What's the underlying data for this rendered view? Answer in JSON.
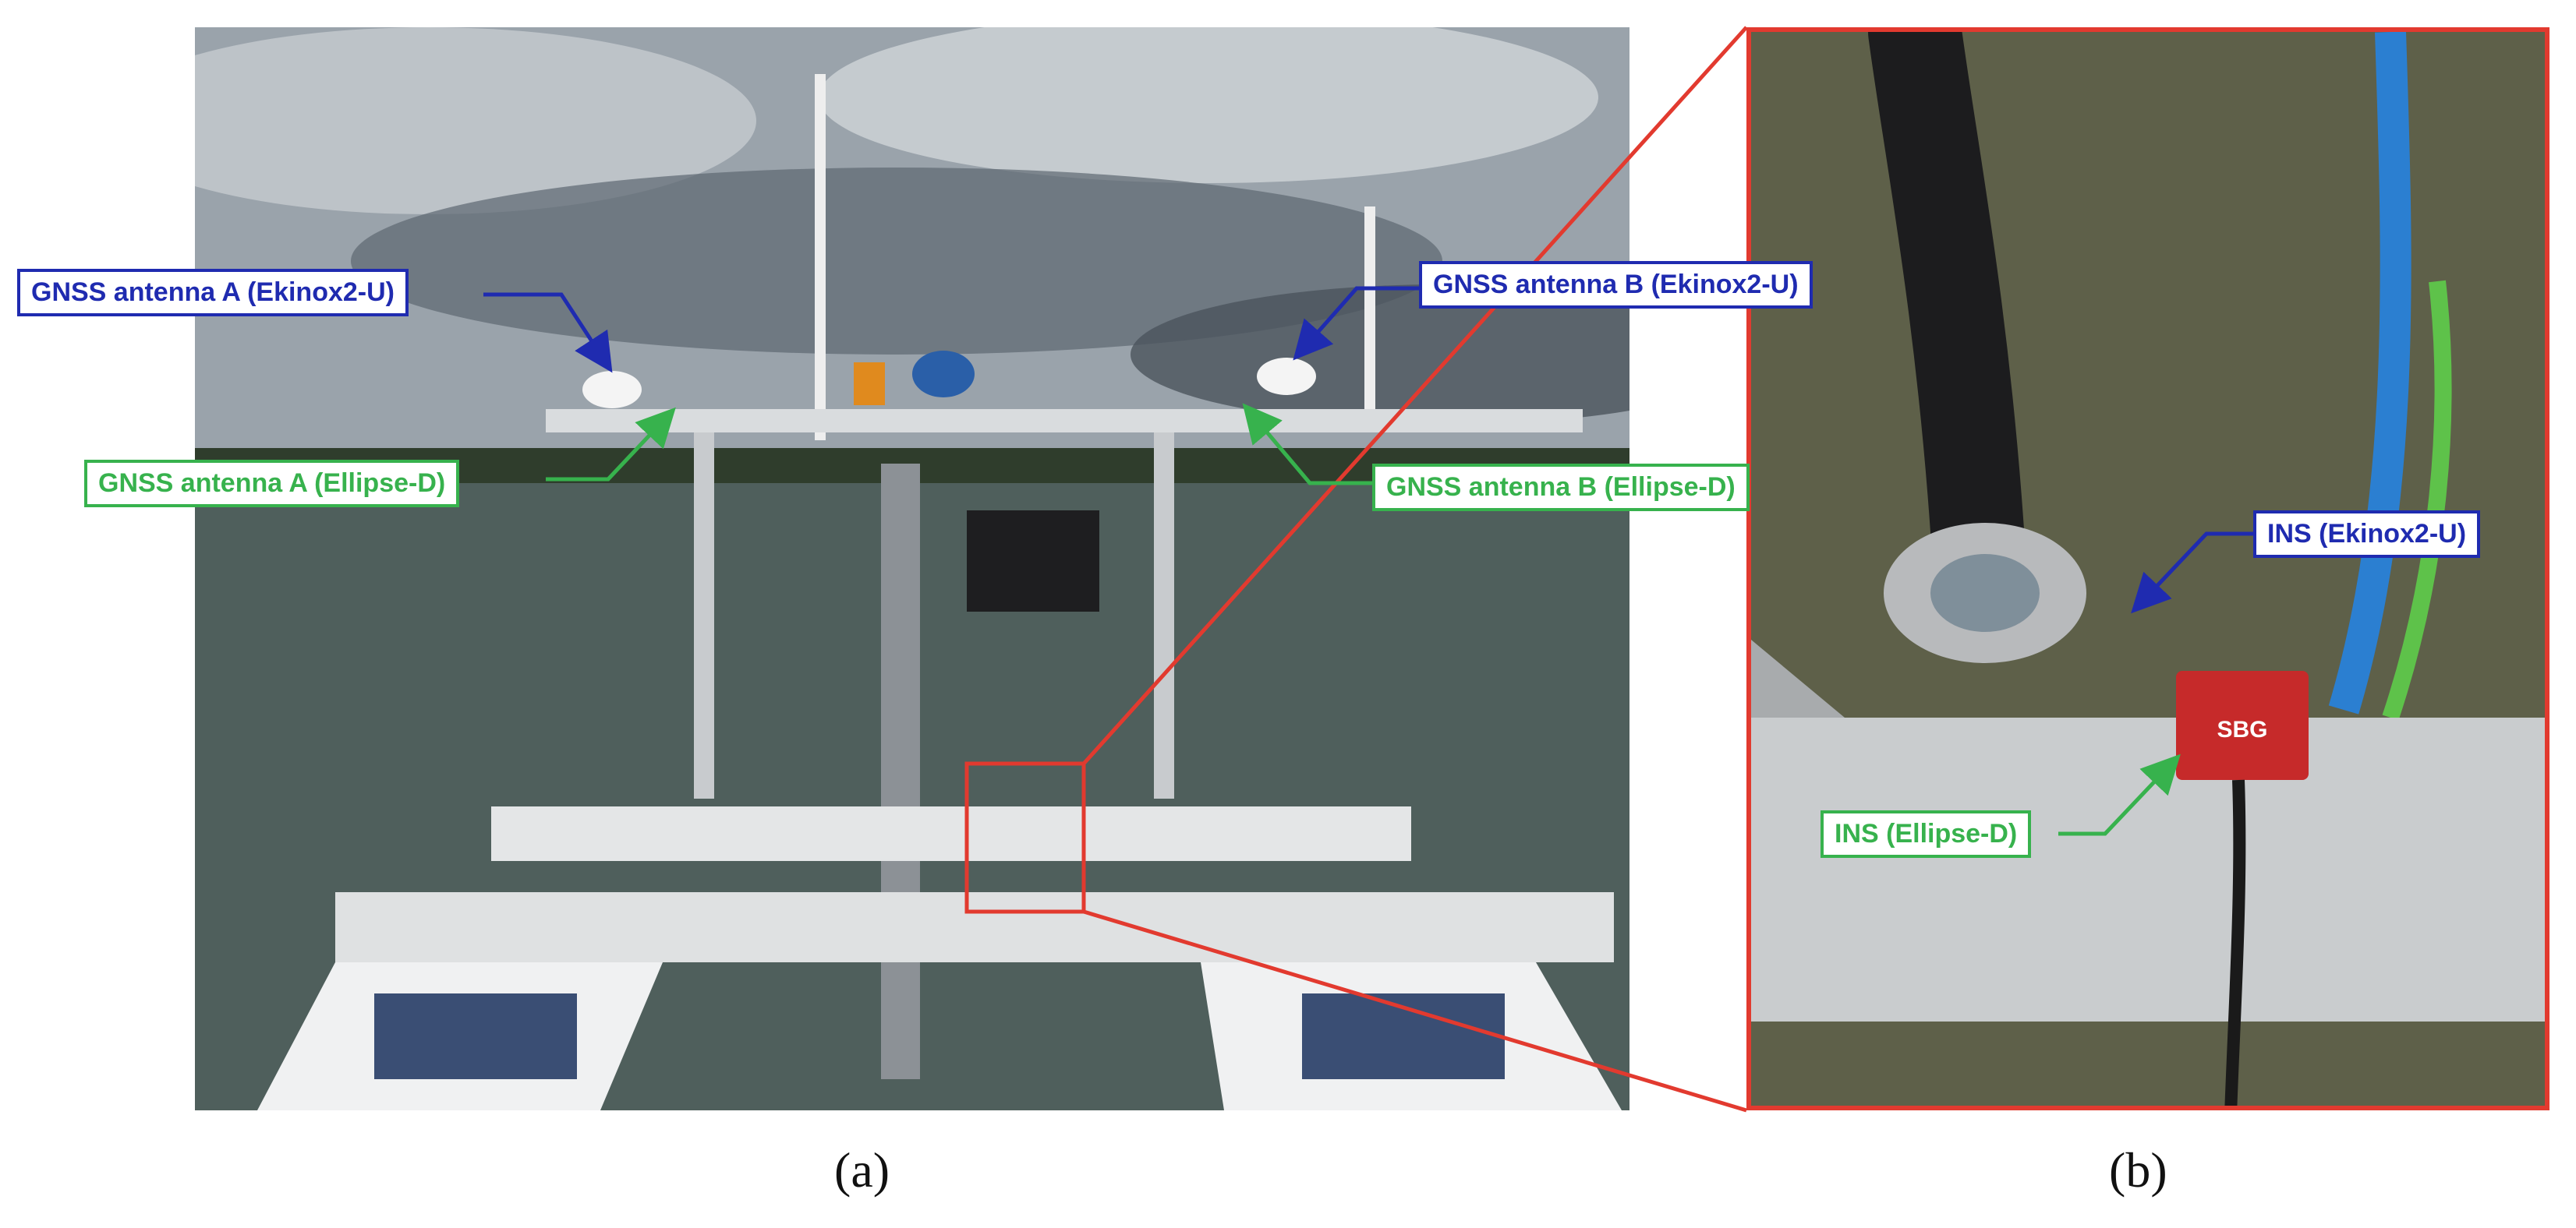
{
  "figure": {
    "panel_a": {
      "caption": "(a)",
      "labels": {
        "gnss_a_ekinox": "GNSS antenna A (Ekinox2-U)",
        "gnss_a_ellipse": "GNSS antenna A (Ellipse-D)",
        "gnss_b_ekinox": "GNSS antenna B (Ekinox2-U)",
        "gnss_b_ellipse": "GNSS antenna B (Ellipse-D)"
      }
    },
    "panel_b": {
      "caption": "(b)",
      "labels": {
        "ins_ekinox": "INS (Ekinox2-U)",
        "ins_ellipse": "INS (Ellipse-D)"
      },
      "device_text": "SBG"
    },
    "colors": {
      "ekinox_label": "#1f2bb0",
      "ellipse_label": "#37b24d",
      "zoom_box": "#e23a2f"
    }
  }
}
